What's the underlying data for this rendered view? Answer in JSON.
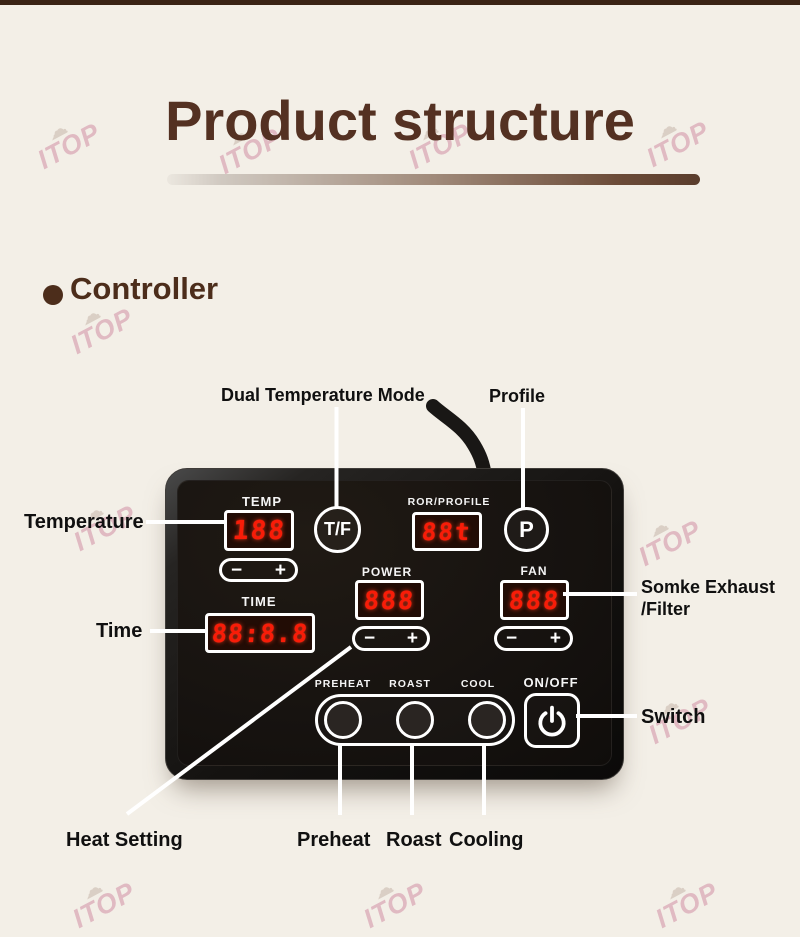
{
  "page": {
    "title": "Product structure",
    "section_title": "Controller",
    "colors": {
      "background": "#f3efe7",
      "top_bar": "#3a2315",
      "title_brown": "#543122",
      "led_red": "#f81c08",
      "panel_black": "#171310",
      "watermark_pink": "#dcadba",
      "callout_line": "#ffffff"
    }
  },
  "watermark": {
    "text": "ITOP",
    "hat_glyph": "☁"
  },
  "callouts": {
    "dual_temperature_mode": "Dual Temperature Mode",
    "profile": "Profile",
    "temperature": "Temperature",
    "time": "Time",
    "smoke_exhaust_line1": "Somke Exhaust",
    "smoke_exhaust_line2": "/Filter",
    "switch": "Switch",
    "heat_setting": "Heat Setting",
    "preheat": "Preheat",
    "roast": "Roast",
    "cooling": "Cooling"
  },
  "panel": {
    "temp": {
      "label": "TEMP",
      "value": "188"
    },
    "ror": {
      "label": "ROR/PROFILE",
      "value": "88t"
    },
    "power": {
      "label": "POWER",
      "value": "888"
    },
    "fan": {
      "label": "FAN",
      "value": "888"
    },
    "time": {
      "label": "TIME",
      "value": "88:8.8"
    },
    "tf_button": "T/F",
    "p_button": "P",
    "minus": "−",
    "plus": "+",
    "preheat_label": "PREHEAT",
    "roast_label": "ROAST",
    "cool_label": "COOL",
    "onoff_label": "ON/OFF"
  }
}
